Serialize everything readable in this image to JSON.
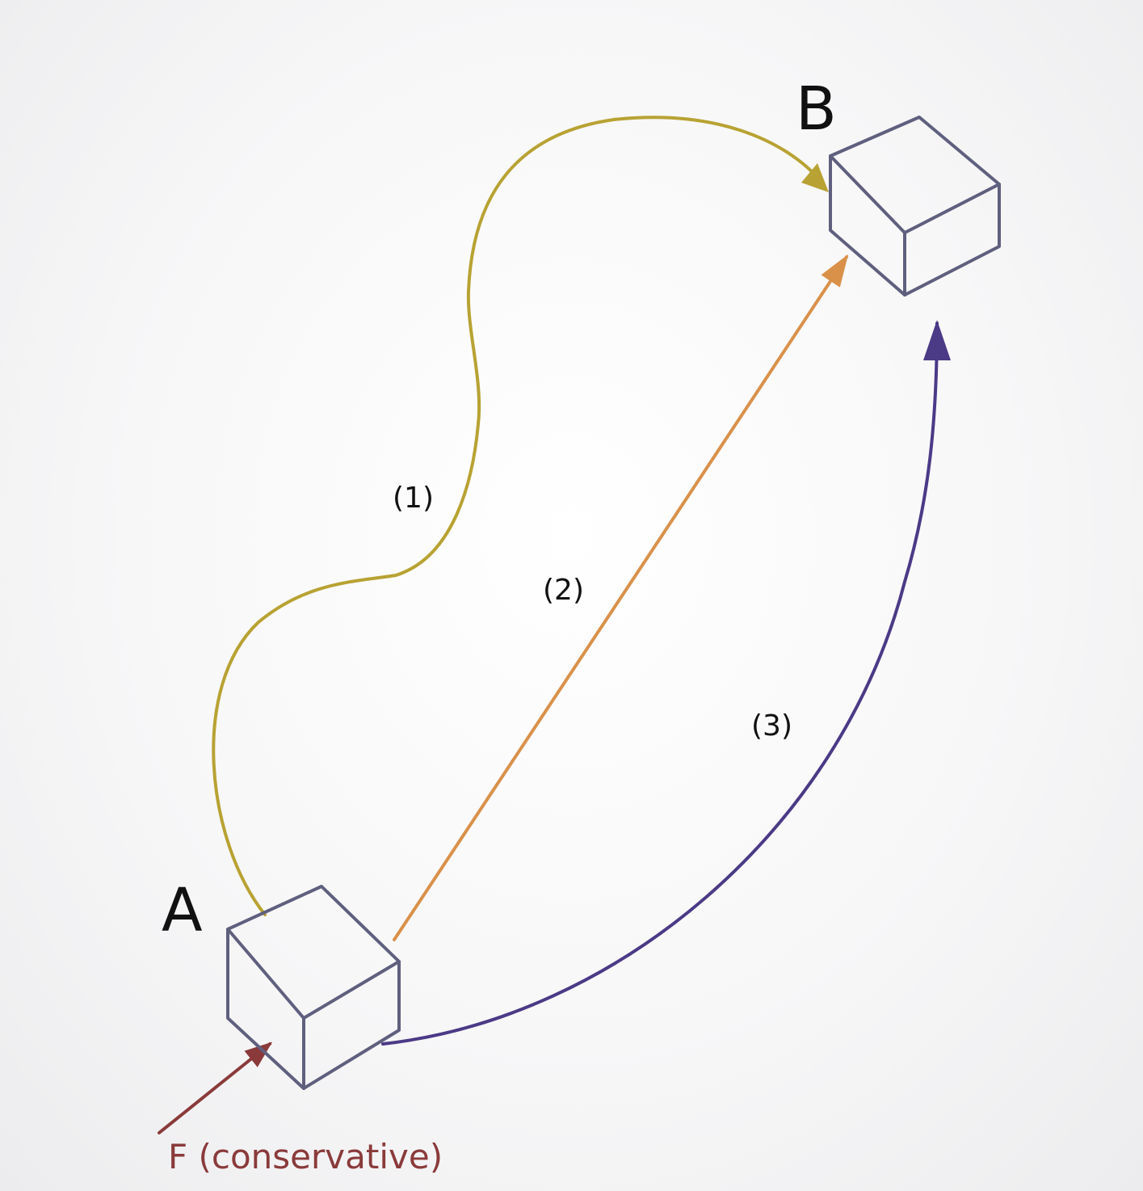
{
  "points": {
    "a_label": "A",
    "b_label": "B"
  },
  "paths": [
    {
      "label": "(1)",
      "color": "#b8a233"
    },
    {
      "label": "(2)",
      "color": "#d9914a"
    },
    {
      "label": "(3)",
      "color": "#4b3a86"
    }
  ],
  "force": {
    "label": "F (conservative)",
    "color": "#8a3a3a"
  },
  "colors": {
    "cube": "#5f5f7e",
    "text": "#111111"
  }
}
